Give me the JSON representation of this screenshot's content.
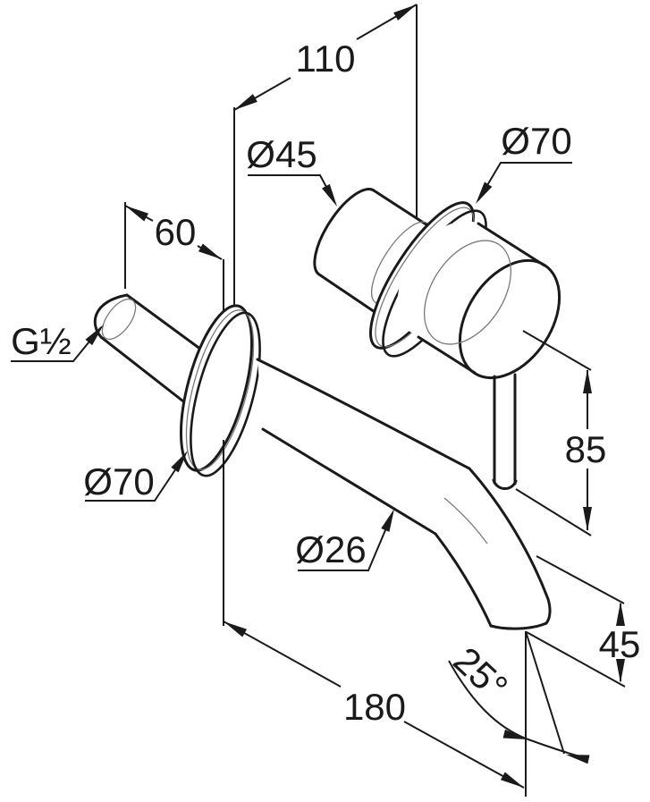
{
  "labels": {
    "dim_110": "110",
    "dia_45": "Ø45",
    "dia_70_top": "Ø70",
    "dim_60": "60",
    "thread": "G½",
    "dia_70_left": "Ø70",
    "dim_85": "85",
    "dia_26": "Ø26",
    "dim_45": "45",
    "angle_25": "25°",
    "dim_180": "180"
  },
  "colors": {
    "line": "#1a1a1a",
    "highlight": "#7a7a7a",
    "background": "#ffffff"
  }
}
